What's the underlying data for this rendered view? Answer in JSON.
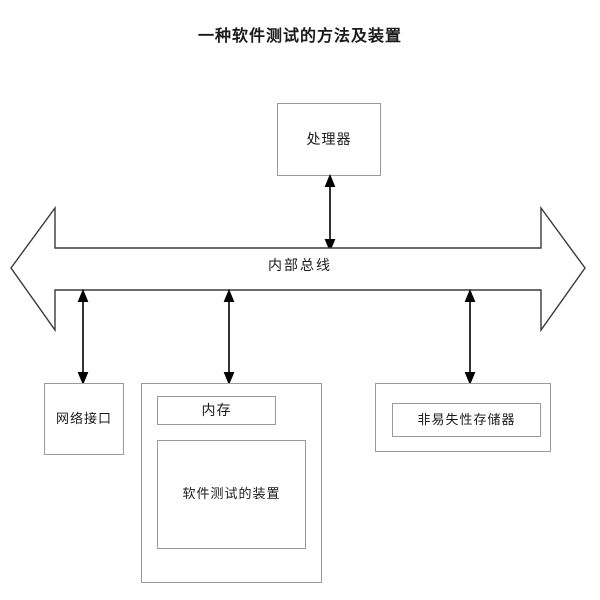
{
  "diagram": {
    "title": "一种软件测试的方法及装置",
    "bus": {
      "label": "内部总线",
      "shape": "double-headed-horizontal-arrow"
    },
    "nodes": {
      "processor": {
        "label": "处理器"
      },
      "network_interface": {
        "label": "网络接口"
      },
      "memory": {
        "label": "内存",
        "inner": {
          "label": "软件测试的装置"
        }
      },
      "nonvolatile_memory": {
        "label": "非易失性存储器"
      }
    },
    "connectors": [
      {
        "name": "processor-to-bus",
        "from": "处理器",
        "to": "内部总线",
        "style": "double-headed-vertical-arrow"
      },
      {
        "name": "bus-to-network-interface",
        "from": "内部总线",
        "to": "网络接口",
        "style": "double-headed-vertical-arrow"
      },
      {
        "name": "bus-to-memory",
        "from": "内部总线",
        "to": "内存",
        "style": "double-headed-vertical-arrow"
      },
      {
        "name": "bus-to-nonvolatile-memory",
        "from": "内部总线",
        "to": "非易失性存储器",
        "style": "double-headed-vertical-arrow"
      }
    ],
    "colors": {
      "background": "#ffffff",
      "box_border": "#9b9b9b",
      "bus_outline": "#3a3a3a",
      "text": "#1b1b1b",
      "arrow": "#000000"
    }
  }
}
